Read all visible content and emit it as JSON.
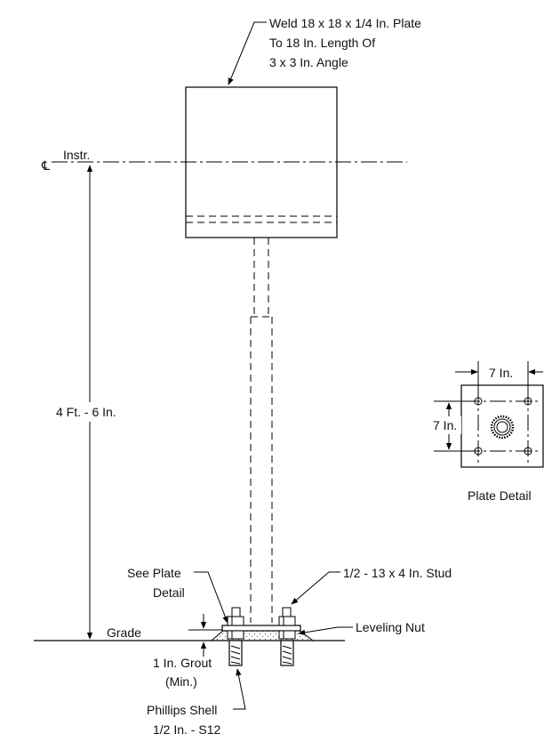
{
  "labels": {
    "weld_line1": "Weld 18 x 18 x 1/4 In. Plate",
    "weld_line2": "To 18 In. Length Of",
    "weld_line3": "3 x 3 In. Angle",
    "instr": "Instr.",
    "centerline_symbol": "℄",
    "height_dim": "4 Ft. - 6 In.",
    "plate_dim_h": "7 In.",
    "plate_dim_v": "7 In.",
    "plate_detail": "Plate Detail",
    "see_plate_1": "See Plate",
    "see_plate_2": "Detail",
    "stud": "1/2 - 13 x 4 In. Stud",
    "grade": "Grade",
    "leveling_nut": "Leveling Nut",
    "grout_1": "1 In. Grout",
    "grout_2": "(Min.)",
    "shell_1": "Phillips Shell",
    "shell_2": "1/2 In. - S12"
  }
}
